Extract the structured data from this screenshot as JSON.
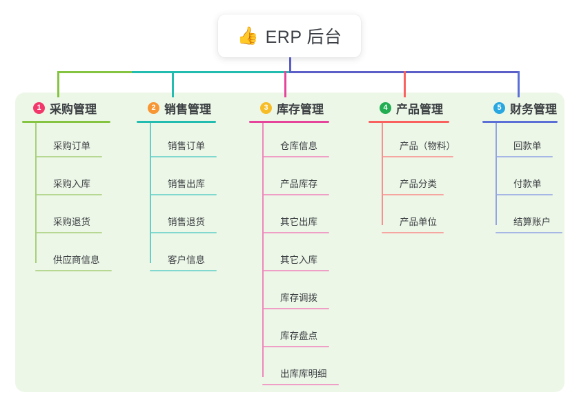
{
  "diagram": {
    "type": "mindmap",
    "background": "#ffffff",
    "panel_color": "#edf7e8",
    "root": {
      "emoji": "👍",
      "emoji_name": "thumbs-up-emoji",
      "title": "ERP 后台",
      "stem_color": "#5b5fc7"
    },
    "trunk_segments": [
      {
        "name": "trunk-green",
        "color": "#84c441"
      },
      {
        "name": "trunk-teal",
        "color": "#22bdb0"
      },
      {
        "name": "trunk-indigo",
        "color": "#5b5fc7"
      }
    ],
    "columns": [
      {
        "index": "1",
        "title": "采购管理",
        "badge_color": "#f2386a",
        "accent": "#84c441",
        "leaf_accent": "#a7d07a",
        "stem_color": "#84c441",
        "items": [
          "采购订单",
          "采购入库",
          "采购退货",
          "供应商信息"
        ]
      },
      {
        "index": "2",
        "title": "销售管理",
        "badge_color": "#f79633",
        "accent": "#22bdb0",
        "leaf_accent": "#63cfc6",
        "stem_color": "#22bdb0",
        "items": [
          "销售订单",
          "销售出库",
          "销售退货",
          "客户信息"
        ]
      },
      {
        "index": "3",
        "title": "库存管理",
        "badge_color": "#f6bd26",
        "accent": "#e6449a",
        "leaf_accent": "#ef87bd",
        "stem_color": "#e6449a",
        "items": [
          "仓库信息",
          "产品库存",
          "其它出库",
          "其它入库",
          "库存调拨",
          "库存盘点",
          "出库库明细"
        ]
      },
      {
        "index": "4",
        "title": "产品管理",
        "badge_color": "#22ad53",
        "accent": "#f9615f",
        "leaf_accent": "#f8908d",
        "stem_color": "#f9615f",
        "items": [
          "产品（物料）",
          "产品分类",
          "产品单位"
        ]
      },
      {
        "index": "5",
        "title": "财务管理",
        "badge_color": "#29a7e0",
        "accent": "#5b6fd6",
        "leaf_accent": "#92a4e4",
        "stem_color": "#5b6fd6",
        "items": [
          "回款单",
          "付款单",
          "结算账户"
        ]
      }
    ]
  }
}
